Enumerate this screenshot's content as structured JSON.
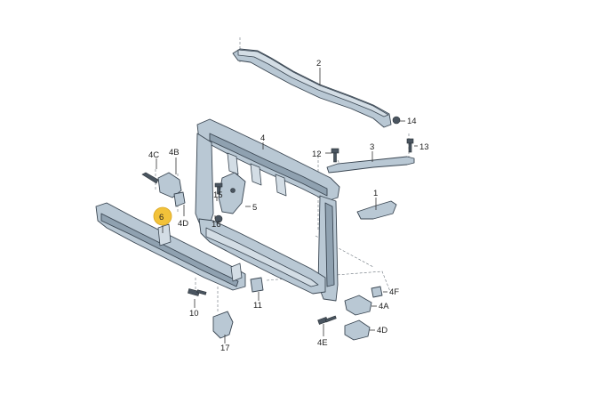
{
  "colors": {
    "background": "#ffffff",
    "part_fill": "#b9c8d4",
    "part_outline": "#3a4652",
    "highlight": "#f2c23a"
  },
  "labels": {
    "p1": "1",
    "p2": "2",
    "p3": "3",
    "p4": "4",
    "p4a": "4A",
    "p4b": "4B",
    "p4c": "4C",
    "p4d_left": "4D",
    "p4d_right": "4D",
    "p4e": "4E",
    "p4f": "4F",
    "p5": "5",
    "p6": "6",
    "p10": "10",
    "p11": "11",
    "p12": "12",
    "p13": "13",
    "p14": "14",
    "p15": "15",
    "p16": "16",
    "p17": "17"
  },
  "highlighted_part": "6"
}
